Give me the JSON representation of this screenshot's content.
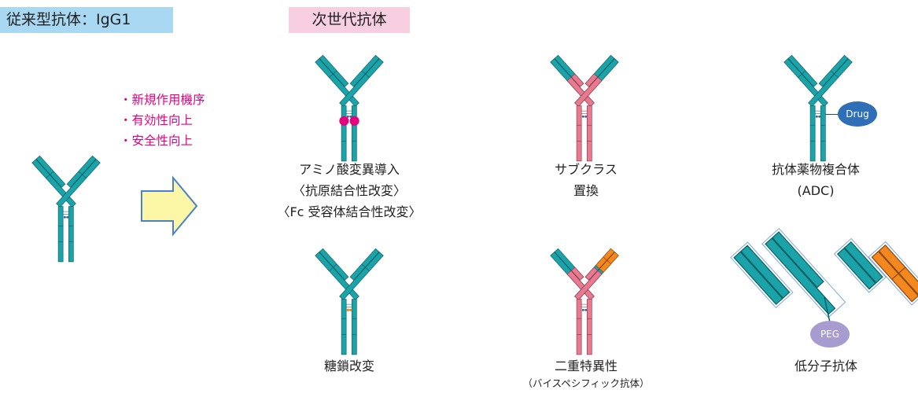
{
  "conventional": {
    "label": "従来型抗体：IgG1"
  },
  "next_gen": {
    "label": "次世代抗体"
  },
  "features": [
    "・新規作用機序",
    "・有効性向上",
    "・安全性向上"
  ],
  "variants": {
    "amino": {
      "line1": "アミノ酸変異導入",
      "line2": "〈抗原結合性改変〉",
      "line3": "〈Fc 受容体結合性改変〉"
    },
    "subclass": {
      "line1": "サブクラス",
      "line2": "置換"
    },
    "adc": {
      "line1": "抗体薬物複合体",
      "line2": "(ADC)",
      "drug": "Drug"
    },
    "glyco": {
      "line1": "糖鎖改変"
    },
    "bispecific": {
      "line1": "二重特異性",
      "line2": "（バイスペシフィック抗体）"
    },
    "small": {
      "line1": "低分子抗体",
      "peg": "PEG"
    }
  },
  "colors": {
    "teal": "#1aa3a8",
    "teal_stroke": "#0d5f63",
    "pink": "#e8798f",
    "orange": "#f5871f",
    "magenta": "#e4007f",
    "arrow_fill": "#fbf7a6",
    "arrow_stroke": "#4a7fd1",
    "drug": "#2e6fb8",
    "peg": "#a79bd0"
  }
}
